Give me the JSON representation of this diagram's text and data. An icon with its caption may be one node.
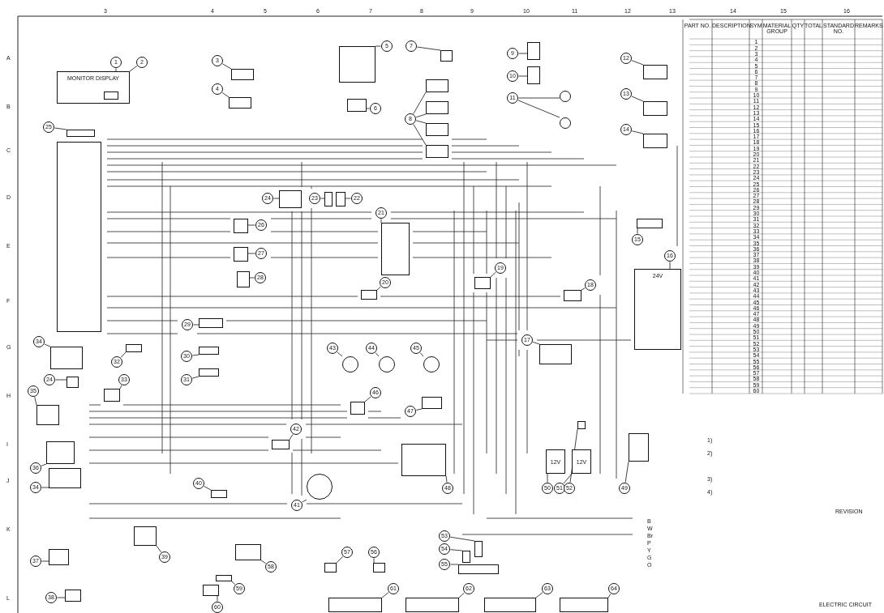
{
  "diagram": {
    "nodes": [
      {
        "text": [
          "2"
        ]
      },
      {
        "text": [
          "MONITOR DISPLAY"
        ]
      },
      {
        "text": [
          "1"
        ]
      },
      {
        "text": [],
        "shape": "box",
        "in": 1
      },
      {
        "text": [
          "3"
        ]
      },
      {
        "text": [],
        "shape": "box"
      },
      {
        "text": [
          "4"
        ]
      },
      {
        "text": [],
        "shape": "box"
      },
      {
        "text": [
          "5"
        ]
      },
      {
        "text": [],
        "shape": "box"
      },
      {
        "text": [
          "6"
        ]
      },
      {
        "text": [],
        "shape": "box"
      },
      {
        "text": [
          "7"
        ]
      },
      {
        "text": [],
        "shape": "box"
      },
      {
        "text": [
          "8"
        ]
      },
      {
        "text": [],
        "shape": "box"
      },
      {
        "text": [],
        "shape": "box"
      },
      {
        "text": [],
        "shape": "box"
      },
      {
        "text": [],
        "shape": "box"
      },
      {
        "text": [
          "9"
        ]
      },
      {
        "text": [],
        "shape": "box"
      },
      {
        "text": [
          "10"
        ]
      },
      {
        "text": [],
        "shape": "box"
      },
      {
        "text": [
          "11"
        ]
      },
      {
        "text": [],
        "shape": "circle"
      },
      {
        "text": [],
        "shape": "circle"
      },
      {
        "text": [
          "12"
        ]
      },
      {
        "text": [],
        "shape": "box"
      },
      {
        "text": [
          "13"
        ]
      },
      {
        "text": [],
        "shape": "box"
      },
      {
        "text": [
          "14"
        ]
      },
      {
        "text": [],
        "shape": "box"
      },
      {
        "text": [
          "15"
        ]
      },
      {
        "text": [],
        "shape": "box"
      },
      {
        "text": [
          "16"
        ]
      },
      {
        "text": [
          "24V"
        ]
      },
      {
        "text": [
          "17"
        ]
      },
      {
        "text": [],
        "shape": "box"
      },
      {
        "text": [
          "18"
        ]
      },
      {
        "text": [],
        "shape": "box"
      },
      {
        "text": [
          "19"
        ]
      },
      {
        "text": [],
        "shape": "box"
      },
      {
        "text": [
          "20"
        ]
      },
      {
        "text": [],
        "shape": "box"
      },
      {
        "text": [
          "21"
        ]
      },
      {
        "text": [],
        "shape": "box"
      },
      {
        "text": [
          "22"
        ]
      },
      {
        "text": [],
        "shape": "box"
      },
      {
        "text": [
          "23"
        ]
      },
      {
        "text": [],
        "shape": "box"
      },
      {
        "text": [
          "24"
        ]
      },
      {
        "text": [],
        "shape": "box"
      },
      {
        "text": [
          "25"
        ]
      },
      {
        "text": [],
        "shape": "box"
      },
      {
        "text": [],
        "shape": "box"
      },
      {
        "text": [
          "26"
        ]
      },
      {
        "text": [],
        "shape": "box"
      },
      {
        "text": [
          "27"
        ]
      },
      {
        "text": [],
        "shape": "box"
      },
      {
        "text": [
          "28"
        ]
      },
      {
        "text": [],
        "shape": "box"
      },
      {
        "text": [
          "29"
        ]
      },
      {
        "text": [],
        "shape": "box"
      },
      {
        "text": [
          "30"
        ]
      },
      {
        "text": [],
        "shape": "box"
      },
      {
        "text": [
          "31"
        ]
      },
      {
        "text": [],
        "shape": "box"
      },
      {
        "text": [
          "32"
        ]
      },
      {
        "text": [],
        "shape": "box"
      },
      {
        "text": [
          "33"
        ]
      },
      {
        "text": [],
        "shape": "box"
      },
      {
        "text": [
          "34"
        ]
      },
      {
        "text": [],
        "shape": "box"
      },
      {
        "text": [
          "24"
        ]
      },
      {
        "text": [],
        "shape": "box"
      },
      {
        "text": [
          "35"
        ]
      },
      {
        "text": [],
        "shape": "box"
      },
      {
        "text": [
          "36"
        ]
      },
      {
        "text": [],
        "shape": "box"
      },
      {
        "text": [
          "34"
        ]
      },
      {
        "text": [],
        "shape": "box"
      },
      {
        "text": [
          "37"
        ]
      },
      {
        "text": [],
        "shape": "box"
      },
      {
        "text": [
          "38"
        ]
      },
      {
        "text": [],
        "shape": "box"
      },
      {
        "text": [
          "39"
        ]
      },
      {
        "text": [],
        "shape": "box"
      },
      {
        "text": [
          "40"
        ]
      },
      {
        "text": [],
        "shape": "box"
      },
      {
        "text": [
          "41"
        ]
      },
      {
        "text": [],
        "shape": "circle"
      },
      {
        "text": [
          "42"
        ]
      },
      {
        "text": [],
        "shape": "box"
      },
      {
        "text": [
          "43"
        ]
      },
      {
        "text": [],
        "shape": "circle"
      },
      {
        "text": [
          "44"
        ]
      },
      {
        "text": [],
        "shape": "circle"
      },
      {
        "text": [
          "45"
        ]
      },
      {
        "text": [],
        "shape": "circle"
      },
      {
        "text": [
          "46"
        ]
      },
      {
        "text": [],
        "shape": "box"
      },
      {
        "text": [
          "47"
        ]
      },
      {
        "text": [],
        "shape": "box"
      },
      {
        "text": [
          "48"
        ]
      },
      {
        "text": [],
        "shape": "box"
      },
      {
        "text": [
          "49"
        ]
      },
      {
        "text": [],
        "shape": "box"
      },
      {
        "text": [
          "50"
        ]
      },
      {
        "text": [
          "12V"
        ]
      },
      {
        "text": [
          "51"
        ]
      },
      {
        "text": [
          "12V"
        ]
      },
      {
        "text": [
          "52"
        ]
      },
      {
        "text": [],
        "shape": "box"
      },
      {
        "text": [
          "53"
        ]
      },
      {
        "text": [],
        "shape": "box"
      },
      {
        "text": [
          "54"
        ]
      },
      {
        "text": [],
        "shape": "box"
      },
      {
        "text": [
          "55"
        ]
      },
      {
        "text": [],
        "shape": "box"
      },
      {
        "text": [
          "56"
        ]
      },
      {
        "text": [],
        "shape": "box"
      },
      {
        "text": [
          "57"
        ]
      },
      {
        "text": [],
        "shape": "box"
      },
      {
        "text": [
          "58"
        ]
      },
      {
        "text": [],
        "shape": "box"
      },
      {
        "text": [
          "59"
        ]
      },
      {
        "text": [],
        "shape": "box"
      },
      {
        "text": [
          "60"
        ]
      },
      {
        "text": [],
        "shape": "box"
      },
      {
        "text": [
          "61"
        ]
      },
      {
        "text": [],
        "shape": "box"
      },
      {
        "text": [
          "62"
        ]
      },
      {
        "text": [],
        "shape": "box"
      },
      {
        "text": [
          "63"
        ]
      },
      {
        "text": [],
        "shape": "box"
      },
      {
        "text": [
          "64"
        ]
      },
      {
        "text": [],
        "shape": "box"
      }
    ],
    "edges": [
      {
        "from": 0,
        "to": 1,
        "arrow": "none"
      },
      {
        "from": 2,
        "to": 3,
        "arrow": "none"
      },
      {
        "from": 4,
        "to": 5,
        "arrow": "none"
      },
      {
        "from": 6,
        "to": 7,
        "arrow": "none"
      },
      {
        "from": 8,
        "to": 9,
        "arrow": "none"
      },
      {
        "from": 10,
        "to": 11,
        "arrow": "none"
      },
      {
        "from": 12,
        "to": 13,
        "arrow": "none"
      },
      {
        "from": 14,
        "to": 15,
        "arrow": "none"
      },
      {
        "from": 14,
        "to": 16,
        "arrow": "none"
      },
      {
        "from": 14,
        "to": 17,
        "arrow": "none"
      },
      {
        "from": 14,
        "to": 18,
        "arrow": "none"
      },
      {
        "from": 19,
        "to": 20,
        "arrow": "none"
      },
      {
        "from": 21,
        "to": 22,
        "arrow": "none"
      },
      {
        "from": 23,
        "to": 24,
        "arrow": "none"
      },
      {
        "from": 23,
        "to": 25,
        "arrow": "none"
      },
      {
        "from": 26,
        "to": 27,
        "arrow": "none"
      },
      {
        "from": 28,
        "to": 29,
        "arrow": "none"
      },
      {
        "from": 30,
        "to": 31,
        "arrow": "none"
      },
      {
        "from": 32,
        "to": 33,
        "arrow": "none"
      },
      {
        "from": 34,
        "to": 35,
        "arrow": "none"
      },
      {
        "from": 36,
        "to": 37,
        "arrow": "none"
      },
      {
        "from": 38,
        "to": 39,
        "arrow": "none"
      },
      {
        "from": 40,
        "to": 41,
        "arrow": "none"
      },
      {
        "from": 42,
        "to": 43,
        "arrow": "none"
      },
      {
        "from": 44,
        "to": 45,
        "arrow": "none"
      },
      {
        "from": 46,
        "to": 47,
        "arrow": "none"
      },
      {
        "from": 48,
        "to": 49,
        "arrow": "none"
      },
      {
        "from": 50,
        "to": 51,
        "arrow": "none"
      },
      {
        "from": 52,
        "to": 53,
        "arrow": "none"
      },
      {
        "from": 55,
        "to": 56,
        "arrow": "none"
      },
      {
        "from": 57,
        "to": 58,
        "arrow": "none"
      },
      {
        "from": 59,
        "to": 60,
        "arrow": "none"
      },
      {
        "from": 61,
        "to": 62,
        "arrow": "none"
      },
      {
        "from": 63,
        "to": 64,
        "arrow": "none"
      },
      {
        "from": 65,
        "to": 66,
        "arrow": "none"
      },
      {
        "from": 67,
        "to": 68,
        "arrow": "none"
      },
      {
        "from": 69,
        "to": 70,
        "arrow": "none"
      },
      {
        "from": 71,
        "to": 72,
        "arrow": "none"
      },
      {
        "from": 73,
        "to": 74,
        "arrow": "none"
      },
      {
        "from": 75,
        "to": 76,
        "arrow": "none"
      },
      {
        "from": 77,
        "to": 78,
        "arrow": "none"
      },
      {
        "from": 79,
        "to": 80,
        "arrow": "none"
      },
      {
        "from": 81,
        "to": 82,
        "arrow": "none"
      },
      {
        "from": 83,
        "to": 84,
        "arrow": "none"
      },
      {
        "from": 85,
        "to": 86,
        "arrow": "none"
      },
      {
        "from": 87,
        "to": 88,
        "arrow": "none"
      },
      {
        "from": 89,
        "to": 90,
        "arrow": "none"
      },
      {
        "from": 91,
        "to": 92,
        "arrow": "none"
      },
      {
        "from": 93,
        "to": 94,
        "arrow": "none"
      },
      {
        "from": 95,
        "to": 96,
        "arrow": "none"
      },
      {
        "from": 97,
        "to": 98,
        "arrow": "none"
      },
      {
        "from": 99,
        "to": 100,
        "arrow": "none"
      },
      {
        "from": 101,
        "to": 102,
        "arrow": "none"
      },
      {
        "from": 103,
        "to": 104,
        "arrow": "none"
      },
      {
        "from": 105,
        "to": 106,
        "arrow": "none"
      },
      {
        "from": 107,
        "to": 108,
        "arrow": "none"
      },
      {
        "from": 109,
        "to": 110,
        "arrow": "none"
      },
      {
        "from": 111,
        "to": 112,
        "arrow": "none"
      },
      {
        "from": 113,
        "to": 114,
        "arrow": "none"
      },
      {
        "from": 115,
        "to": 116,
        "arrow": "none"
      },
      {
        "from": 117,
        "to": 118,
        "arrow": "none"
      },
      {
        "from": 119,
        "to": 120,
        "arrow": "none"
      },
      {
        "from": 121,
        "to": 122,
        "arrow": "none"
      },
      {
        "from": 123,
        "to": 124,
        "arrow": "none"
      },
      {
        "from": 125,
        "to": 126,
        "arrow": "none"
      },
      {
        "from": 127,
        "to": 128,
        "arrow": "none"
      },
      {
        "from": 129,
        "to": 130,
        "arrow": "none"
      },
      {
        "from": 131,
        "to": 132,
        "arrow": "none"
      },
      {
        "from": 133,
        "to": 134,
        "arrow": "none"
      },
      {
        "from": 135,
        "to": 136,
        "arrow": "none"
      }
    ],
    "labels": [
      "3",
      "4",
      "5",
      "6",
      "7",
      "8",
      "9",
      "10",
      "11",
      "12",
      "13",
      "14",
      "15",
      "16",
      "A",
      "B",
      "C",
      "D",
      "E",
      "F",
      "G",
      "H",
      "I",
      "J",
      "K",
      "L",
      "PART NO.",
      "DESCRIPTION",
      "SYM",
      "MATERIAL GROUP",
      "QTY",
      "TOTAL",
      "STANDARD NO.",
      "REMARKS",
      "1",
      "2",
      "3",
      "4",
      "5",
      "6",
      "7",
      "8",
      "9",
      "10",
      "11",
      "12",
      "13",
      "14",
      "15",
      "16",
      "17",
      "18",
      "19",
      "20",
      "21",
      "22",
      "23",
      "24",
      "25",
      "26",
      "27",
      "28",
      "29",
      "30",
      "31",
      "32",
      "33",
      "34",
      "35",
      "36",
      "37",
      "38",
      "39",
      "40",
      "41",
      "42",
      "43",
      "44",
      "45",
      "46",
      "47",
      "48",
      "49",
      "50",
      "51",
      "52",
      "53",
      "54",
      "55",
      "56",
      "57",
      "58",
      "59",
      "60",
      "1)",
      "2)",
      "3)",
      "4)",
      "B",
      "W",
      "Br",
      "P",
      "Y",
      "G",
      "O",
      "REVISION",
      "ELECTRIC CIRCUIT"
    ]
  }
}
